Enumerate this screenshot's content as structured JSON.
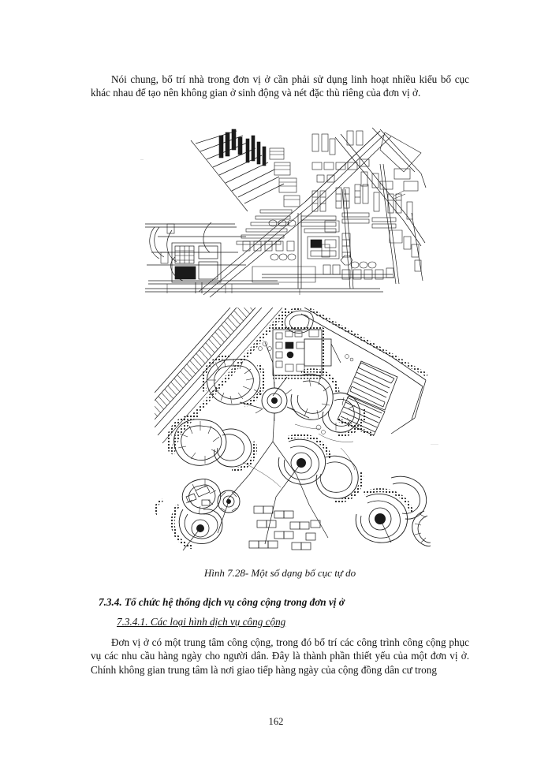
{
  "document": {
    "page_number": "162",
    "language": "vi"
  },
  "paragraphs": {
    "intro": "Nói chung, bố trí nhà trong đơn vị ở cần phải sử dụng linh hoạt nhiều kiểu bố cục khác nhau để tạo nên không gian ở sinh động và nét đặc thù riêng của đơn vị ở.",
    "body": "Đơn vị ở có một trung tâm công cộng, trong đó bố trí các công trình công cộng phục vụ các nhu cầu hàng ngày cho người dân. Đây là thành phần thiết yếu của một đơn vị ở. Chính không gian trung tâm là nơi giao tiếp hàng ngày của cộng đồng dân cư trong"
  },
  "figures": [
    {
      "id": "figure-top",
      "name": "urban-site-plan-orthogonal",
      "description": "Bản vẽ mặt bằng quy hoạch đô thị với các khối nhà và đường phố chéo"
    },
    {
      "id": "figure-bottom",
      "name": "urban-site-plan-freeform",
      "description": "Bản vẽ mặt bằng quy hoạch bố cục tự do với đường vòng và nhóm nhà hữu cơ"
    }
  ],
  "caption": {
    "text": "Hình 7.28- Một số dạng bố cục tự do"
  },
  "headings": {
    "section": "7.3.4. Tổ chức hệ thống dịch vụ công cộng trong đơn vị ở",
    "subsection": "7.3.4.1. Các loại hình dịch vụ công cộng"
  },
  "colors": {
    "ink": "#111111",
    "paper": "#ffffff",
    "scan_artifact": "#c9c9c9"
  }
}
